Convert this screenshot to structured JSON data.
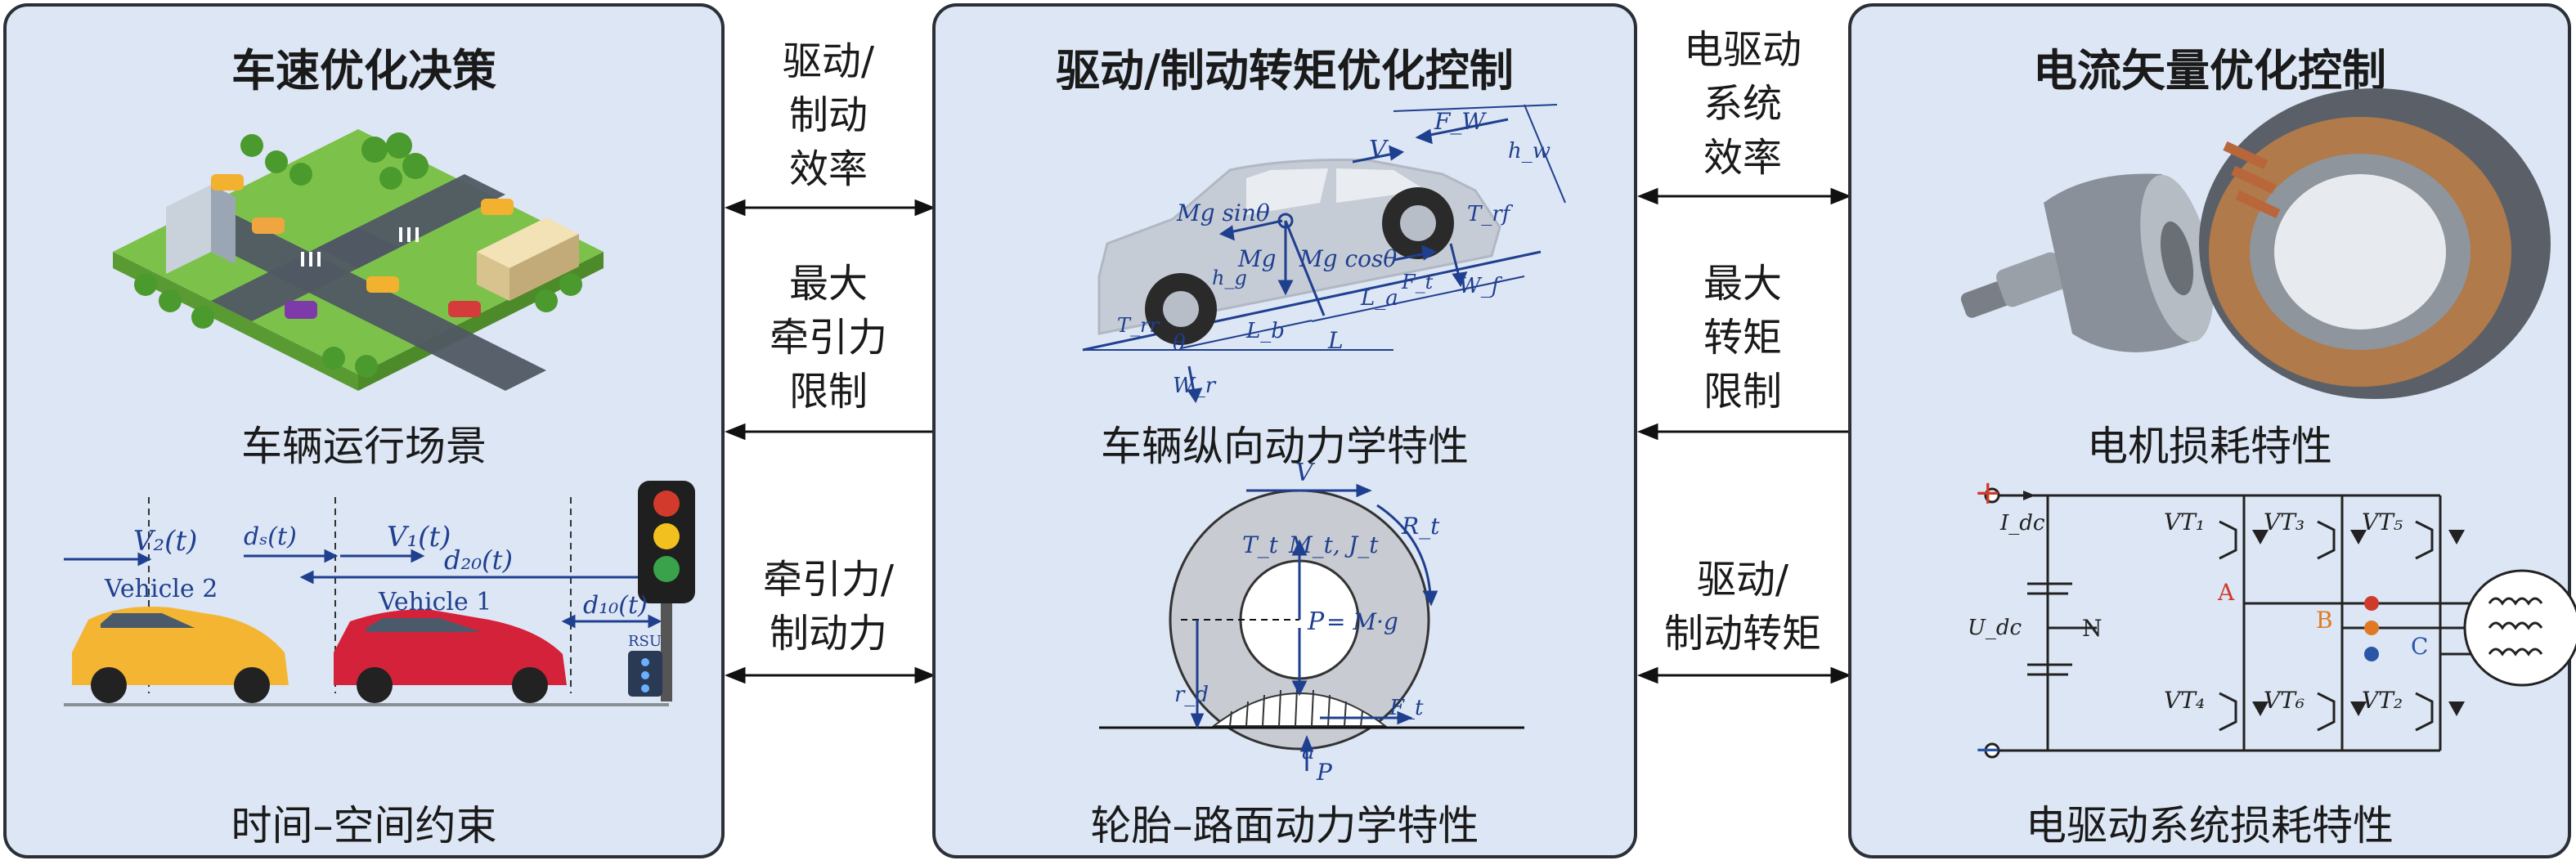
{
  "panels": {
    "speed": {
      "title": "车速优化决策",
      "caption_top": "车辆运行场景",
      "caption_bottom": "时间–空间约束"
    },
    "torque": {
      "title": "驱动/制动转矩优化控制",
      "caption_top": "车辆纵向动力学特性",
      "caption_bottom": "轮胎–路面动力学特性"
    },
    "current": {
      "title": "电流矢量优化控制",
      "caption_top": "电机损耗特性",
      "caption_bottom": "电驱动系统损耗特性"
    }
  },
  "links_left": {
    "l1": [
      "驱动/",
      "制动",
      "效率"
    ],
    "l2": [
      "最大",
      "牵引力",
      "限制"
    ],
    "l3": [
      "牵引力/",
      "制动力"
    ]
  },
  "links_right": {
    "r1": [
      "电驱动",
      "系统",
      "效率"
    ],
    "r2": [
      "最大",
      "转矩",
      "限制"
    ],
    "r3": [
      "驱动/",
      "制动转矩"
    ]
  },
  "scenario_labels": {
    "v2": "V₂(t)",
    "ds": "dₛ(t)",
    "v1": "V₁(t)",
    "d20": "d₂₀(t)",
    "d10": "d₁₀(t)",
    "vehicle2": "Vehicle 2",
    "vehicle1": "Vehicle 1",
    "rsu": "RSU"
  },
  "car_dyn_labels": {
    "V": "V",
    "Fw": "F_W",
    "hw": "h_w",
    "mgsin": "Mg sinθ",
    "Trf": "T_rf",
    "mg": "Mg",
    "mgcos": "Mg cosθ",
    "hg": "h_g",
    "Ft": "F_t",
    "Wf": "W_f",
    "La": "L_a",
    "Lb": "L_b",
    "L": "L",
    "Trr": "T_rr",
    "theta": "θ",
    "Wr": "W_r"
  },
  "tire_labels": {
    "V": "V",
    "Rt": "R_t",
    "Tt": "T_t",
    "Mt": "M_t,",
    "Jt": "J_t",
    "P": "P",
    "eq": "= M·g",
    "rd": "r_d",
    "Ft": "F_t",
    "a": "a",
    "P2": "P"
  },
  "inverter_labels": {
    "plus": "+",
    "minus": "−",
    "idc": "I_dc",
    "udc": "U_dc",
    "N": "N",
    "A": "A",
    "B": "B",
    "C": "C",
    "vt1": "VT₁",
    "vt3": "VT₃",
    "vt5": "VT₅",
    "vt4": "VT₄",
    "vt6": "VT₆",
    "vt2": "VT₂"
  },
  "colors": {
    "panel_bg": "#dde6f4",
    "accent_blue": "#1f3f8f",
    "phase_red": "#d03a2b",
    "phase_orange": "#e07a22",
    "phase_blue": "#2a56a8"
  }
}
